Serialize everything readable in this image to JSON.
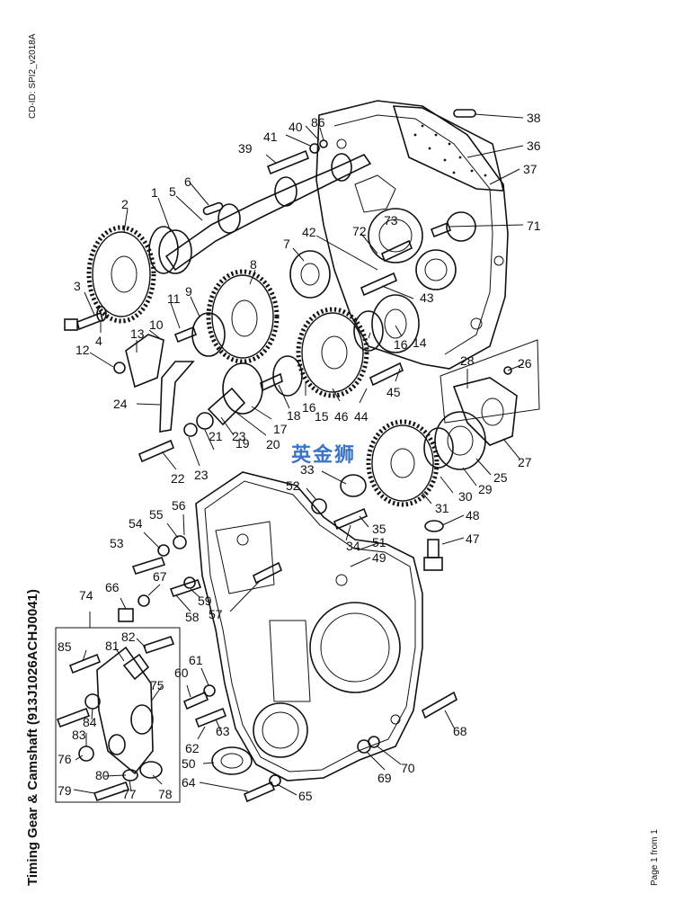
{
  "document": {
    "title": "Timing Gear & Camshaft (913J1026ACHJ0041)",
    "doc_id": "CD-ID: SPI2_v2018A",
    "page_info": "Page 1 from 1",
    "watermark": "英金狮"
  },
  "callouts": [
    {
      "name": "callout-1",
      "text": "1"
    },
    {
      "name": "callout-2",
      "text": "2"
    },
    {
      "name": "callout-3",
      "text": "3"
    },
    {
      "name": "callout-4",
      "text": "4"
    },
    {
      "name": "callout-5",
      "text": "5"
    },
    {
      "name": "callout-6",
      "text": "6"
    },
    {
      "name": "callout-7",
      "text": "7"
    },
    {
      "name": "callout-8",
      "text": "8"
    },
    {
      "name": "callout-9",
      "text": "9"
    },
    {
      "name": "callout-10",
      "text": "10"
    },
    {
      "name": "callout-11",
      "text": "11"
    },
    {
      "name": "callout-12",
      "text": "12"
    },
    {
      "name": "callout-13",
      "text": "13"
    },
    {
      "name": "callout-14",
      "text": "14"
    },
    {
      "name": "callout-15",
      "text": "15"
    },
    {
      "name": "callout-16a",
      "text": "16"
    },
    {
      "name": "callout-16b",
      "text": "16"
    },
    {
      "name": "callout-17",
      "text": "17"
    },
    {
      "name": "callout-18",
      "text": "18"
    },
    {
      "name": "callout-19",
      "text": "19"
    },
    {
      "name": "callout-20",
      "text": "20"
    },
    {
      "name": "callout-21",
      "text": "21"
    },
    {
      "name": "callout-22",
      "text": "22"
    },
    {
      "name": "callout-23a",
      "text": "23"
    },
    {
      "name": "callout-23b",
      "text": "23"
    },
    {
      "name": "callout-24",
      "text": "24"
    },
    {
      "name": "callout-25",
      "text": "25"
    },
    {
      "name": "callout-26",
      "text": "26"
    },
    {
      "name": "callout-27",
      "text": "27"
    },
    {
      "name": "callout-28",
      "text": "28"
    },
    {
      "name": "callout-29",
      "text": "29"
    },
    {
      "name": "callout-30",
      "text": "30"
    },
    {
      "name": "callout-31",
      "text": "31"
    },
    {
      "name": "callout-33",
      "text": "33"
    },
    {
      "name": "callout-34",
      "text": "34"
    },
    {
      "name": "callout-35",
      "text": "35"
    },
    {
      "name": "callout-36",
      "text": "36"
    },
    {
      "name": "callout-37",
      "text": "37"
    },
    {
      "name": "callout-38",
      "text": "38"
    },
    {
      "name": "callout-39",
      "text": "39"
    },
    {
      "name": "callout-40",
      "text": "40"
    },
    {
      "name": "callout-41",
      "text": "41"
    },
    {
      "name": "callout-42",
      "text": "42"
    },
    {
      "name": "callout-43",
      "text": "43"
    },
    {
      "name": "callout-44",
      "text": "44"
    },
    {
      "name": "callout-45",
      "text": "45"
    },
    {
      "name": "callout-46",
      "text": "46"
    },
    {
      "name": "callout-47",
      "text": "47"
    },
    {
      "name": "callout-48",
      "text": "48"
    },
    {
      "name": "callout-49",
      "text": "49"
    },
    {
      "name": "callout-50",
      "text": "50"
    },
    {
      "name": "callout-51",
      "text": "51"
    },
    {
      "name": "callout-52",
      "text": "52"
    },
    {
      "name": "callout-53",
      "text": "53"
    },
    {
      "name": "callout-54",
      "text": "54"
    },
    {
      "name": "callout-55",
      "text": "55"
    },
    {
      "name": "callout-56",
      "text": "56"
    },
    {
      "name": "callout-57",
      "text": "57"
    },
    {
      "name": "callout-58",
      "text": "58"
    },
    {
      "name": "callout-59",
      "text": "59"
    },
    {
      "name": "callout-60",
      "text": "60"
    },
    {
      "name": "callout-61",
      "text": "61"
    },
    {
      "name": "callout-62",
      "text": "62"
    },
    {
      "name": "callout-63",
      "text": "63"
    },
    {
      "name": "callout-64",
      "text": "64"
    },
    {
      "name": "callout-65",
      "text": "65"
    },
    {
      "name": "callout-66",
      "text": "66"
    },
    {
      "name": "callout-67",
      "text": "67"
    },
    {
      "name": "callout-68",
      "text": "68"
    },
    {
      "name": "callout-69",
      "text": "69"
    },
    {
      "name": "callout-70",
      "text": "70"
    },
    {
      "name": "callout-71",
      "text": "71"
    },
    {
      "name": "callout-72",
      "text": "72"
    },
    {
      "name": "callout-73",
      "text": "73"
    },
    {
      "name": "callout-74",
      "text": "74"
    },
    {
      "name": "callout-75",
      "text": "75"
    },
    {
      "name": "callout-76",
      "text": "76"
    },
    {
      "name": "callout-77",
      "text": "77"
    },
    {
      "name": "callout-78",
      "text": "78"
    },
    {
      "name": "callout-79",
      "text": "79"
    },
    {
      "name": "callout-80",
      "text": "80"
    },
    {
      "name": "callout-81",
      "text": "81"
    },
    {
      "name": "callout-82",
      "text": "82"
    },
    {
      "name": "callout-83",
      "text": "83"
    },
    {
      "name": "callout-84",
      "text": "84"
    },
    {
      "name": "callout-85",
      "text": "85"
    },
    {
      "name": "callout-86",
      "text": "86"
    }
  ]
}
